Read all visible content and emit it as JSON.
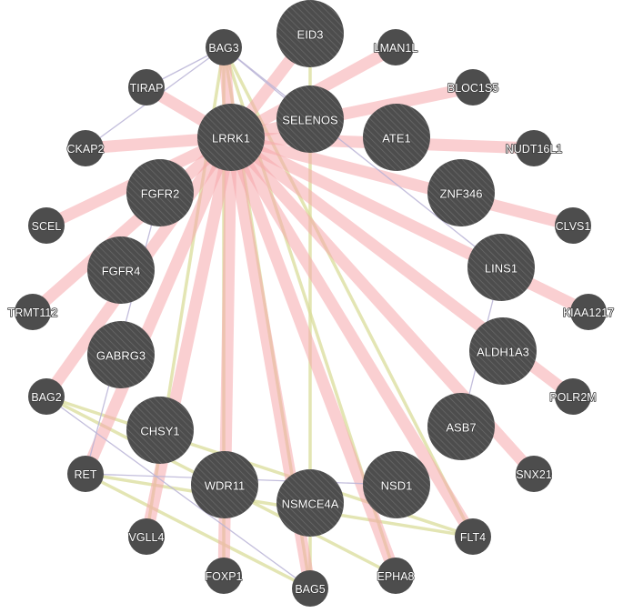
{
  "network": {
    "colors": {
      "node": "#4d4d4d",
      "hatch": "#6b6b6b",
      "physical_interaction": "#f6a7ab",
      "co_expression": "#d9dc9a",
      "other_interaction": "#b9b3d6",
      "label": "#ffffff"
    },
    "nodes": [
      {
        "id": "EID3",
        "label": "EID3"
      },
      {
        "id": "LMAN1L",
        "label": "LMAN1L"
      },
      {
        "id": "BLOC1S5",
        "label": "BLOC1S5"
      },
      {
        "id": "NUDT16L1",
        "label": "NUDT16L1"
      },
      {
        "id": "CLVS1",
        "label": "CLVS1"
      },
      {
        "id": "KIAA1217",
        "label": "KIAA1217"
      },
      {
        "id": "POLR2M",
        "label": "POLR2M"
      },
      {
        "id": "SNX21",
        "label": "SNX21"
      },
      {
        "id": "FLT4",
        "label": "FLT4"
      },
      {
        "id": "EPHA8",
        "label": "EPHA8"
      },
      {
        "id": "BAG5",
        "label": "BAG5"
      },
      {
        "id": "FOXP1",
        "label": "FOXP1"
      },
      {
        "id": "VGLL4",
        "label": "VGLL4"
      },
      {
        "id": "RET",
        "label": "RET"
      },
      {
        "id": "BAG2",
        "label": "BAG2"
      },
      {
        "id": "TRMT112",
        "label": "TRMT112"
      },
      {
        "id": "SCEL",
        "label": "SCEL"
      },
      {
        "id": "CKAP2",
        "label": "CKAP2"
      },
      {
        "id": "TIRAP",
        "label": "TIRAP"
      },
      {
        "id": "BAG3",
        "label": "BAG3"
      },
      {
        "id": "LRRK1",
        "label": "LRRK1"
      },
      {
        "id": "SELENOS",
        "label": "SELENOS"
      },
      {
        "id": "ATE1",
        "label": "ATE1"
      },
      {
        "id": "ZNF346",
        "label": "ZNF346"
      },
      {
        "id": "LINS1",
        "label": "LINS1"
      },
      {
        "id": "ALDH1A3",
        "label": "ALDH1A3"
      },
      {
        "id": "ASB7",
        "label": "ASB7"
      },
      {
        "id": "NSD1",
        "label": "NSD1"
      },
      {
        "id": "NSMCE4A",
        "label": "NSMCE4A"
      },
      {
        "id": "WDR11",
        "label": "WDR11"
      },
      {
        "id": "CHSY1",
        "label": "CHSY1"
      },
      {
        "id": "GABRG3",
        "label": "GABRG3"
      },
      {
        "id": "FGFR4",
        "label": "FGFR4"
      },
      {
        "id": "FGFR2",
        "label": "FGFR2"
      }
    ],
    "edges": [
      {
        "source": "LRRK1",
        "target": "TIRAP",
        "kind": "physical_interaction"
      },
      {
        "source": "LRRK1",
        "target": "CKAP2",
        "kind": "physical_interaction"
      },
      {
        "source": "LRRK1",
        "target": "SCEL",
        "kind": "physical_interaction"
      },
      {
        "source": "LRRK1",
        "target": "TRMT112",
        "kind": "physical_interaction"
      },
      {
        "source": "LRRK1",
        "target": "BAG2",
        "kind": "physical_interaction"
      },
      {
        "source": "LRRK1",
        "target": "BAG3",
        "kind": "physical_interaction"
      },
      {
        "source": "LRRK1",
        "target": "LMAN1L",
        "kind": "physical_interaction"
      },
      {
        "source": "LRRK1",
        "target": "BLOC1S5",
        "kind": "physical_interaction"
      },
      {
        "source": "LRRK1",
        "target": "NUDT16L1",
        "kind": "physical_interaction"
      },
      {
        "source": "LRRK1",
        "target": "CLVS1",
        "kind": "physical_interaction"
      },
      {
        "source": "LRRK1",
        "target": "KIAA1217",
        "kind": "physical_interaction"
      },
      {
        "source": "LRRK1",
        "target": "POLR2M",
        "kind": "physical_interaction"
      },
      {
        "source": "LRRK1",
        "target": "SNX21",
        "kind": "physical_interaction"
      },
      {
        "source": "LRRK1",
        "target": "FLT4",
        "kind": "physical_interaction"
      },
      {
        "source": "LRRK1",
        "target": "EPHA8",
        "kind": "physical_interaction"
      },
      {
        "source": "LRRK1",
        "target": "BAG5",
        "kind": "physical_interaction"
      },
      {
        "source": "LRRK1",
        "target": "FOXP1",
        "kind": "physical_interaction"
      },
      {
        "source": "LRRK1",
        "target": "VGLL4",
        "kind": "physical_interaction"
      },
      {
        "source": "LRRK1",
        "target": "RET",
        "kind": "physical_interaction"
      },
      {
        "source": "LRRK1",
        "target": "EID3",
        "kind": "physical_interaction"
      },
      {
        "source": "EID3",
        "target": "BAG5",
        "kind": "co_expression"
      },
      {
        "source": "BAG3",
        "target": "BAG5",
        "kind": "co_expression"
      },
      {
        "source": "BAG3",
        "target": "EPHA8",
        "kind": "co_expression"
      },
      {
        "source": "BAG3",
        "target": "FLT4",
        "kind": "co_expression"
      },
      {
        "source": "BAG2",
        "target": "FLT4",
        "kind": "co_expression"
      },
      {
        "source": "BAG2",
        "target": "EPHA8",
        "kind": "co_expression"
      },
      {
        "source": "RET",
        "target": "FLT4",
        "kind": "co_expression"
      },
      {
        "source": "RET",
        "target": "BAG5",
        "kind": "co_expression"
      },
      {
        "source": "VGLL4",
        "target": "BAG3",
        "kind": "co_expression"
      },
      {
        "source": "FOXP1",
        "target": "BAG3",
        "kind": "co_expression"
      },
      {
        "source": "BAG3",
        "target": "LINS1",
        "kind": "other_interaction"
      },
      {
        "source": "BAG3",
        "target": "SELENOS",
        "kind": "other_interaction"
      },
      {
        "source": "TIRAP",
        "target": "BAG3",
        "kind": "other_interaction"
      },
      {
        "source": "CKAP2",
        "target": "BAG3",
        "kind": "other_interaction"
      },
      {
        "source": "LINS1",
        "target": "ASB7",
        "kind": "other_interaction"
      },
      {
        "source": "RET",
        "target": "NSD1",
        "kind": "other_interaction"
      },
      {
        "source": "FGFR2",
        "target": "RET",
        "kind": "other_interaction"
      },
      {
        "source": "BAG2",
        "target": "BAG5",
        "kind": "other_interaction"
      }
    ]
  }
}
